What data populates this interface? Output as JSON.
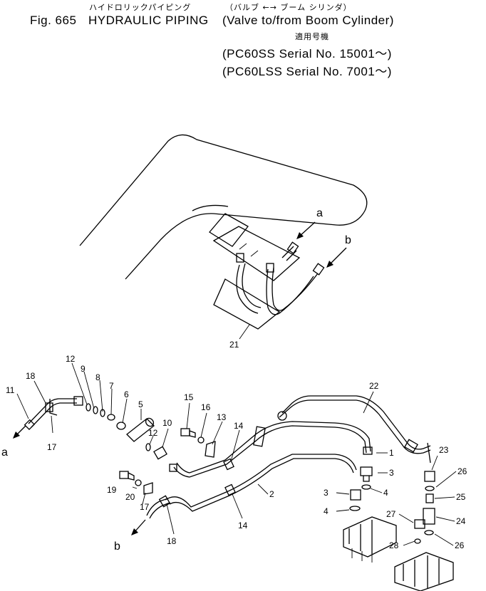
{
  "header": {
    "jp_title": "ハイドロリックパイピング",
    "fig_label": "Fig. 665",
    "title": "HYDRAULIC PIPING",
    "jp_sub": "（バルブ ←→ ブーム シリンダ）",
    "sub": "(Valve to/from Boom Cylinder)",
    "jp_applicable": "適用号機",
    "serial1": "(PC60SS   Serial No. 15001～)",
    "serial2": "(PC60LSS Serial No. 7001～)"
  },
  "callouts": {
    "c1": "1",
    "c2": "2",
    "c3a": "3",
    "c3b": "3",
    "c4a": "4",
    "c4b": "4",
    "c5": "5",
    "c6": "6",
    "c7": "7",
    "c8": "8",
    "c9": "9",
    "c10": "10",
    "c11": "11",
    "c12a": "12",
    "c12b": "12",
    "c13": "13",
    "c14a": "14",
    "c14b": "14",
    "c15": "15",
    "c16": "16",
    "c17a": "17",
    "c17b": "17",
    "c18a": "18",
    "c18b": "18",
    "c19": "19",
    "c20": "20",
    "c21": "21",
    "c22": "22",
    "c23": "23",
    "c24": "24",
    "c25": "25",
    "c26a": "26",
    "c26b": "26",
    "c27": "27",
    "c28": "28"
  },
  "markers": {
    "a_top": "a",
    "b_top": "b",
    "a_left": "a",
    "b_bottom": "b"
  }
}
